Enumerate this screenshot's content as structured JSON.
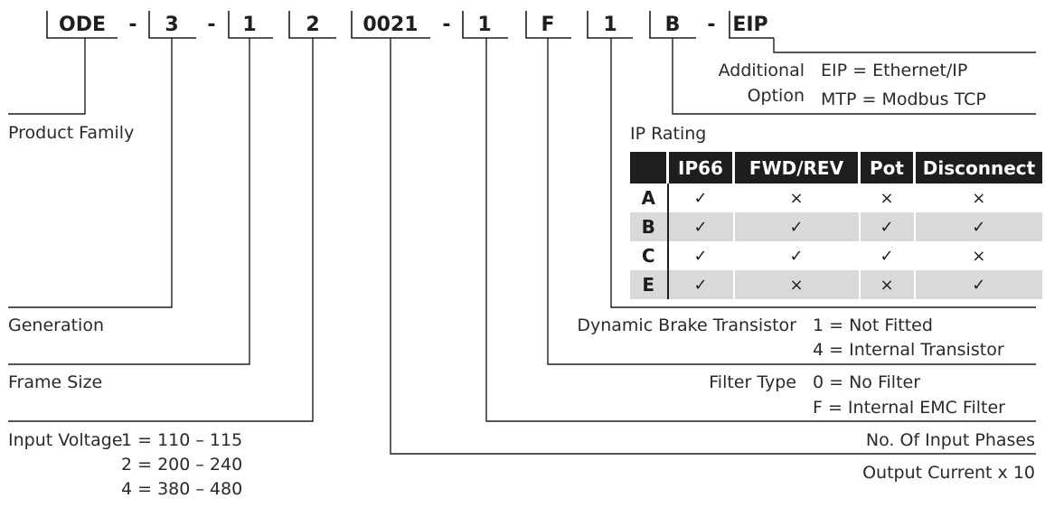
{
  "code": {
    "segments": [
      "ODE",
      "-",
      "3",
      "-",
      "1",
      "2",
      "0021",
      "-",
      "1",
      "F",
      "1",
      "B",
      "-",
      "EIP"
    ]
  },
  "labels": {
    "product_family": "Product Family",
    "generation": "Generation",
    "frame_size": "Frame Size",
    "input_voltage": "Input Voltage",
    "input_voltage_options": [
      "1 = 110 – 115",
      "2 = 200 – 240",
      "4 = 380 – 480"
    ],
    "additional_option": [
      "Additional",
      "Option"
    ],
    "additional_option_values": [
      "EIP = Ethernet/IP",
      "MTP = Modbus TCP"
    ],
    "ip_rating": "IP Rating",
    "dynamic_brake": "Dynamic Brake Transistor",
    "dynamic_brake_values": [
      "1 = Not Fitted",
      "4 = Internal Transistor"
    ],
    "filter_type": "Filter Type",
    "filter_type_values": [
      "0 = No Filter",
      "F = Internal EMC Filter"
    ],
    "input_phases": "No. Of Input Phases",
    "output_current": "Output Current x 10"
  },
  "ip_table": {
    "headers": [
      "",
      "IP66",
      "FWD/REV",
      "Pot",
      "Disconnect"
    ],
    "rows": [
      {
        "key": "A",
        "cells": [
          "✓",
          "×",
          "×",
          "×"
        ]
      },
      {
        "key": "B",
        "cells": [
          "✓",
          "✓",
          "✓",
          "✓"
        ]
      },
      {
        "key": "C",
        "cells": [
          "✓",
          "✓",
          "✓",
          "×"
        ]
      },
      {
        "key": "E",
        "cells": [
          "✓",
          "×",
          "×",
          "✓"
        ]
      }
    ]
  }
}
